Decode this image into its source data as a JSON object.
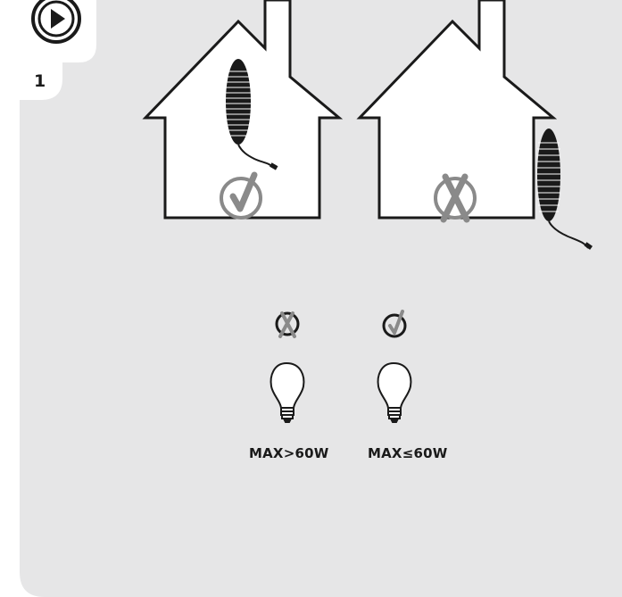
{
  "step": {
    "number": "1"
  },
  "icons": {
    "play": "play-icon",
    "allowed": "check-icon",
    "forbidden": "cross-icon",
    "heater": "tower-heater-icon",
    "bulb": "light-bulb-icon"
  },
  "bulb_rules": [
    {
      "label": "MAX>60W",
      "status": "forbidden"
    },
    {
      "label": "MAX≤60W",
      "status": "allowed"
    }
  ],
  "colors": {
    "panel": "#e6e6e7",
    "ink": "#1a1a1a",
    "mark_gray": "#8a8a8a"
  }
}
